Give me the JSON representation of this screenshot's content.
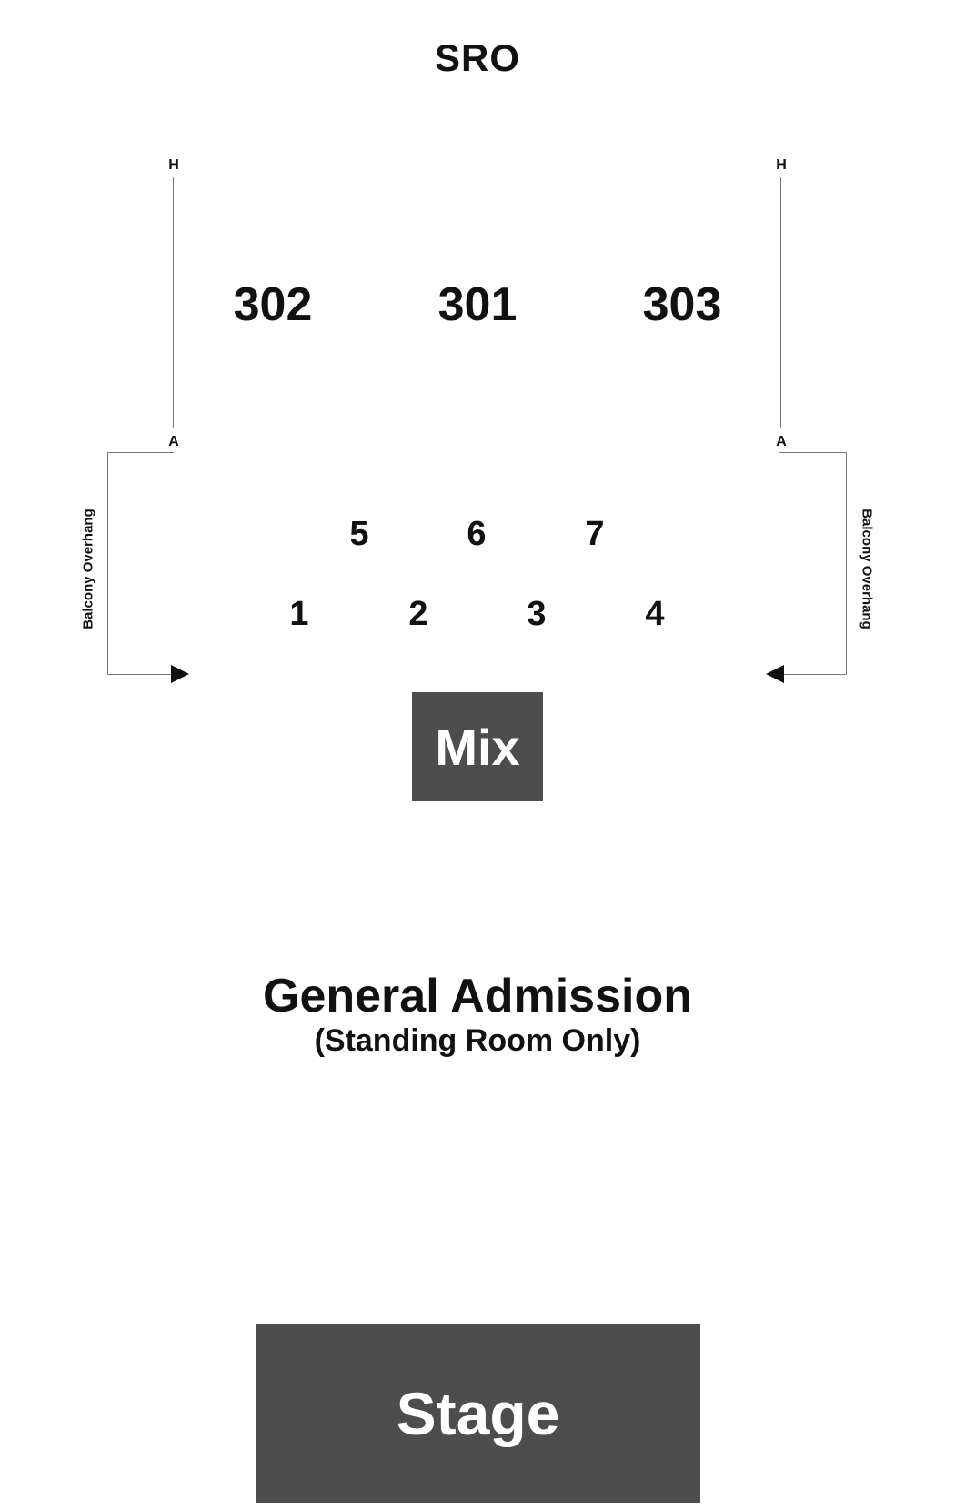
{
  "venue_map": {
    "top_label": "SRO",
    "balcony_sections": [
      {
        "id": "302",
        "label": "302"
      },
      {
        "id": "301",
        "label": "301"
      },
      {
        "id": "303",
        "label": "303"
      }
    ],
    "row_labels": {
      "first": "H",
      "last": "A"
    },
    "balcony_overhang_label": "Balcony Overhang",
    "floor_sections_back": [
      "5",
      "6",
      "7"
    ],
    "floor_sections_front": [
      "1",
      "2",
      "3",
      "4"
    ],
    "mix_label": "Mix",
    "ga_title": "General Admission",
    "ga_subtitle": "(Standing Room Only)",
    "stage_label": "Stage"
  },
  "colors": {
    "block_fill": "#4d4d4d",
    "block_text": "#ffffff",
    "text": "#111111",
    "lines": "#777777"
  }
}
